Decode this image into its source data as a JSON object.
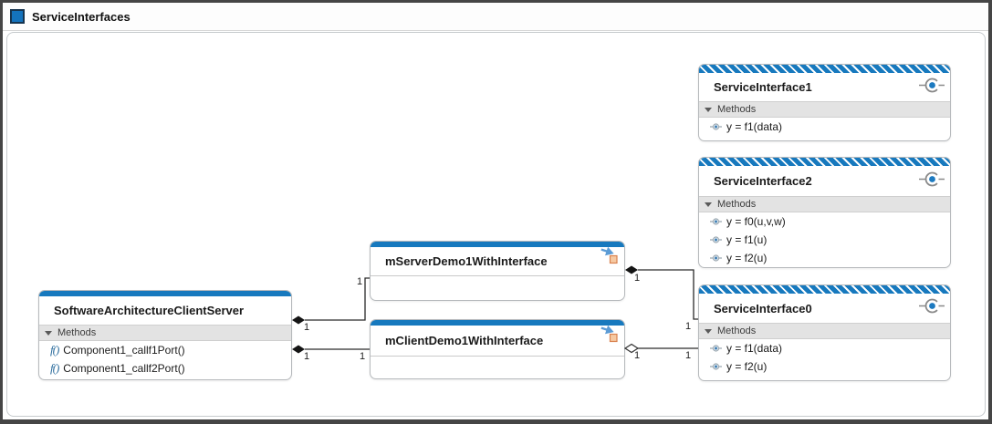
{
  "header": {
    "title": "ServiceInterfaces"
  },
  "boxes": {
    "architecture": {
      "title": "SoftwareArchitectureClientServer",
      "section_label": "Methods",
      "function_glyph": "f()",
      "methods": [
        {
          "label": "Component1_callf1Port()"
        },
        {
          "label": "Component1_callf2Port()"
        }
      ]
    },
    "server_model": {
      "title": "mServerDemo1WithInterface"
    },
    "client_model": {
      "title": "mClientDemo1WithInterface"
    },
    "interface1": {
      "title": "ServiceInterface1",
      "section_label": "Methods",
      "methods": [
        {
          "label": "y = f1(data)"
        }
      ]
    },
    "interface2": {
      "title": "ServiceInterface2",
      "section_label": "Methods",
      "methods": [
        {
          "label": "y = f0(u,v,w)"
        },
        {
          "label": "y = f1(u)"
        },
        {
          "label": "y = f2(u)"
        }
      ]
    },
    "interface0": {
      "title": "ServiceInterface0",
      "section_label": "Methods",
      "methods": [
        {
          "label": "y = f1(data)"
        },
        {
          "label": "y = f2(u)"
        }
      ]
    }
  },
  "connections": [
    {
      "from": "SoftwareArchitectureClientServer",
      "to": "mServerDemo1WithInterface",
      "source_end": "filled-diamond",
      "source_label": "1",
      "target_label": "1"
    },
    {
      "from": "SoftwareArchitectureClientServer",
      "to": "mClientDemo1WithInterface",
      "source_end": "filled-diamond",
      "source_label": "1",
      "target_label": "1"
    },
    {
      "from": "mServerDemo1WithInterface",
      "to": "ServiceInterface0",
      "source_end": "filled-diamond",
      "source_label": "1",
      "target_label": "1"
    },
    {
      "from": "mClientDemo1WithInterface",
      "to": "ServiceInterface0",
      "source_end": "open-diamond",
      "source_label": "1",
      "target_label": "1"
    }
  ],
  "colors": {
    "accent_blue": "#1779be",
    "box_border": "#b6b9bc",
    "section_bg": "#e3e3e3",
    "line": "#2a2a2a",
    "badge_arrow": "#5b9bd5",
    "badge_doc": "#d9824f"
  }
}
